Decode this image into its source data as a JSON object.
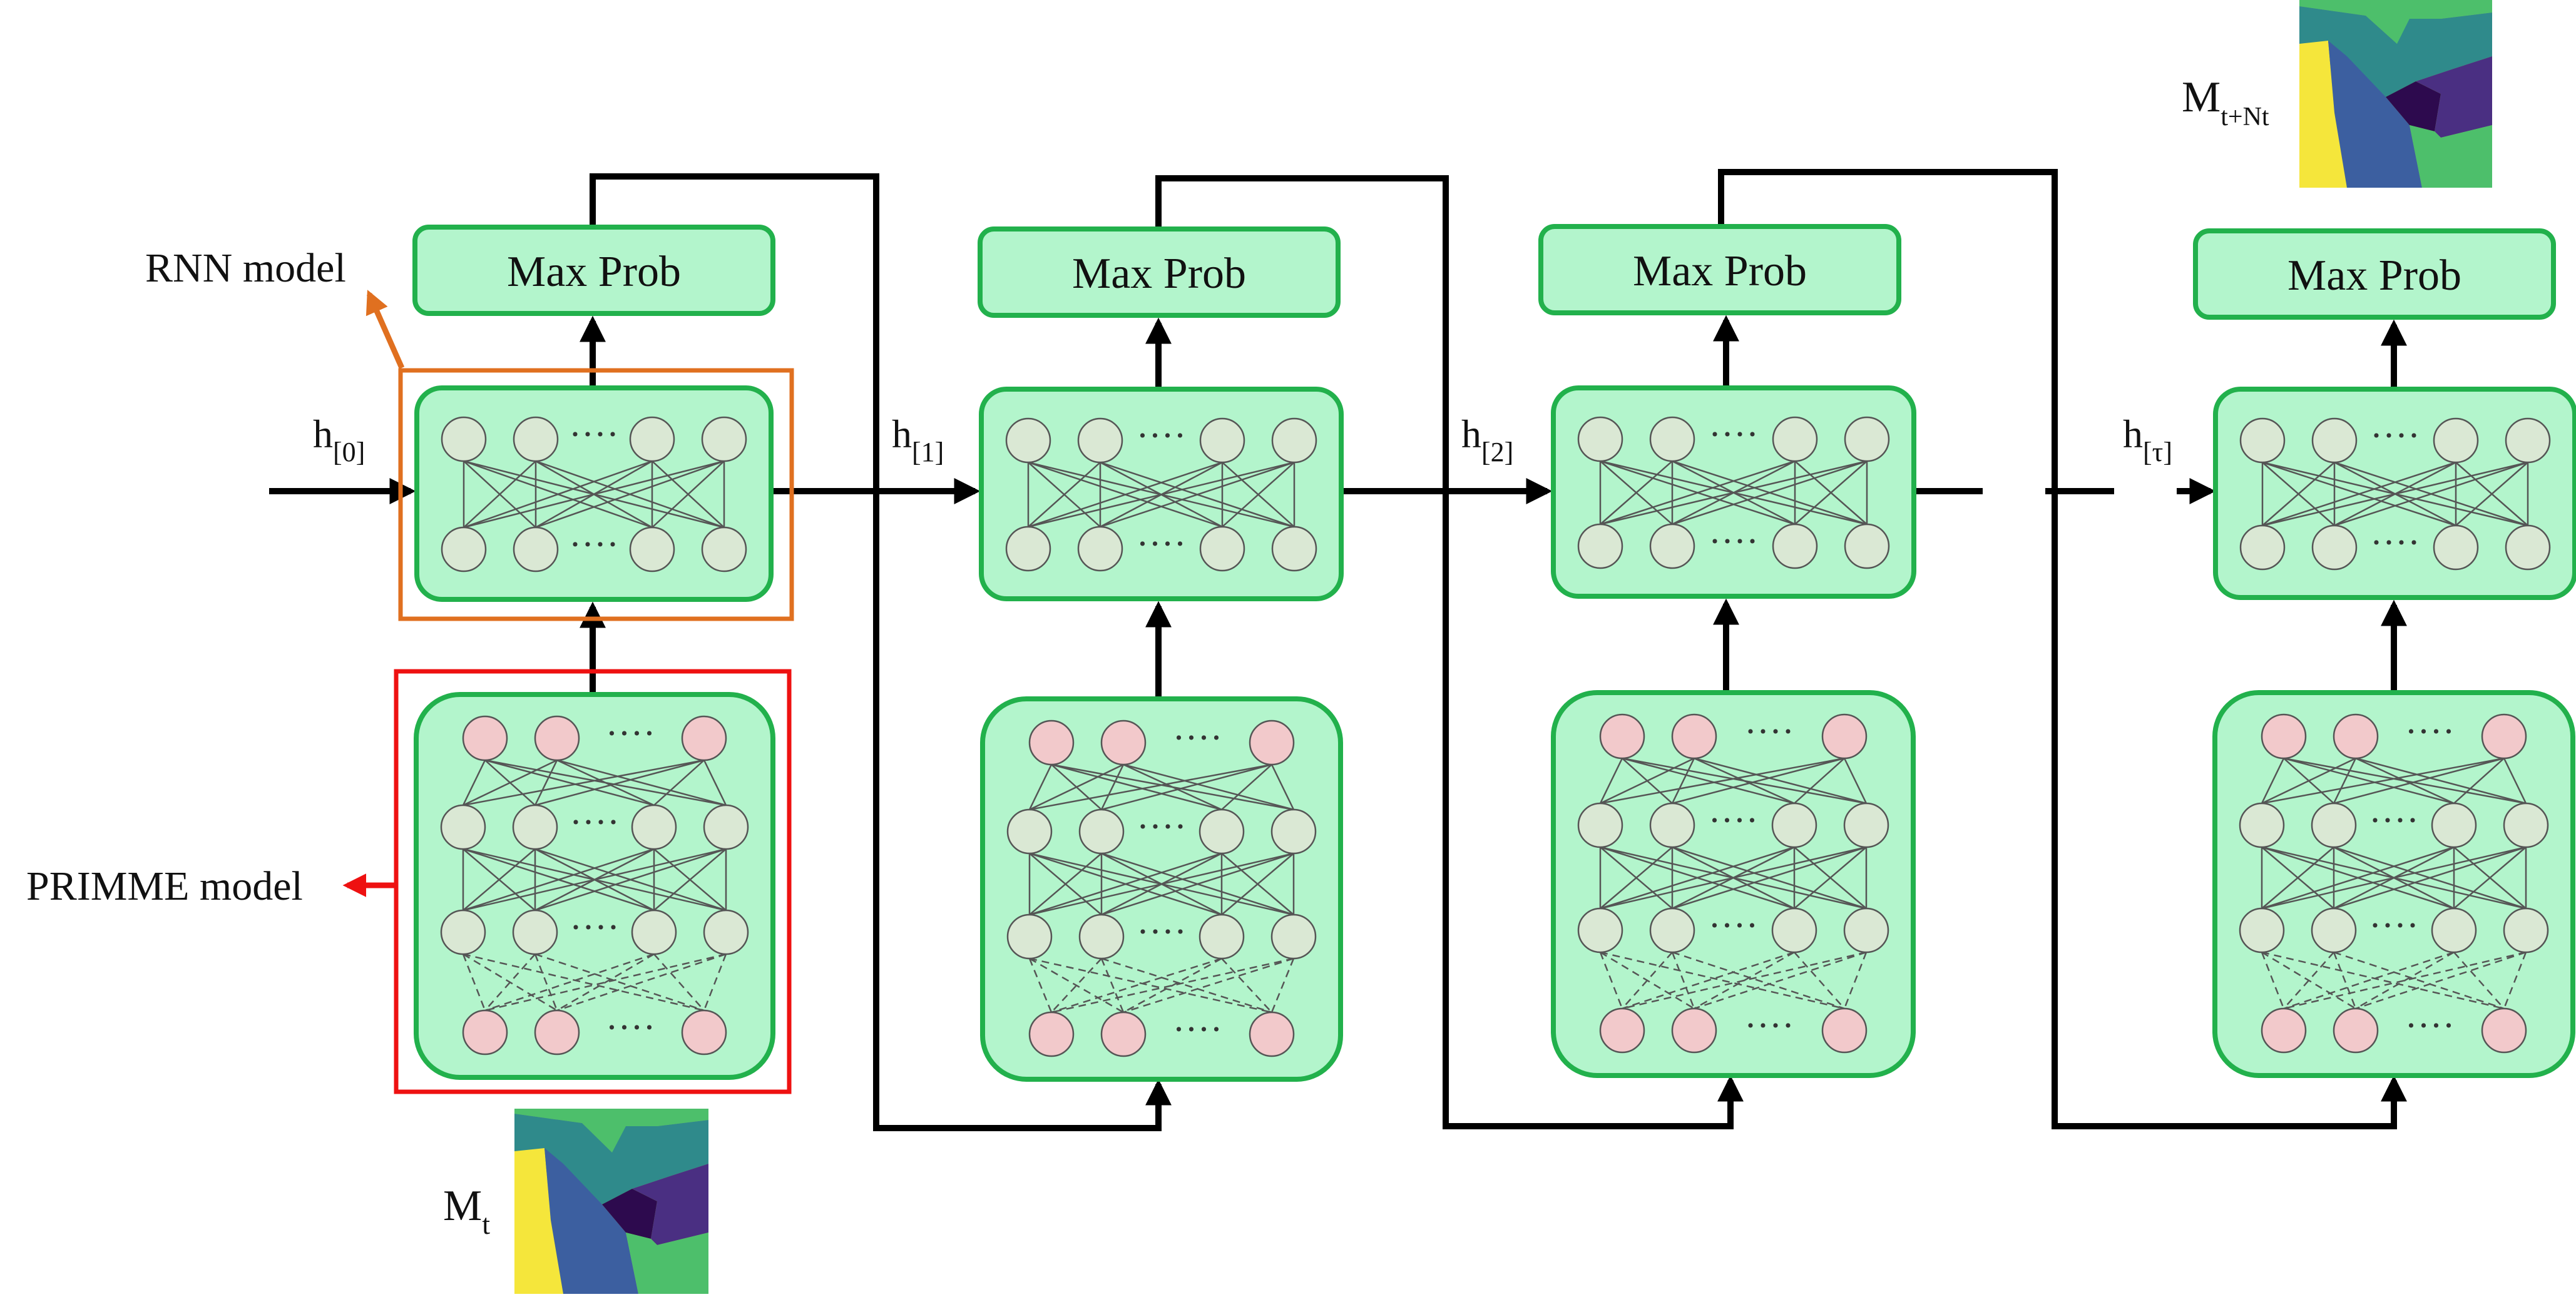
{
  "labels": {
    "rnn_model": "RNN model",
    "primme_model": "PRIMME model",
    "max_prob": "Max Prob",
    "dots": "····"
  },
  "hidden_states": [
    {
      "base": "h",
      "sub": "[0]"
    },
    {
      "base": "h",
      "sub": "[1]"
    },
    {
      "base": "h",
      "sub": "[2]"
    },
    {
      "base": "h",
      "sub": "[τ]"
    }
  ],
  "microstructures": {
    "input": {
      "base": "M",
      "sub": "t"
    },
    "output": {
      "base": "M",
      "sub": "t+Nt"
    }
  },
  "colors": {
    "block_fill": "#b3f5cc",
    "block_stroke": "#22b14c",
    "node_gray": "#dae8d4",
    "node_pink": "#f2c9cb",
    "rnn_highlight": "#e07020",
    "primme_highlight": "#ee1111",
    "arrow": "#000000"
  },
  "grain_colors": [
    "#f5e63b",
    "#3c5fa0",
    "#2f8a8b",
    "#4a2f82",
    "#2d0a4e",
    "#4dbf6b",
    "#a6d24a"
  ]
}
